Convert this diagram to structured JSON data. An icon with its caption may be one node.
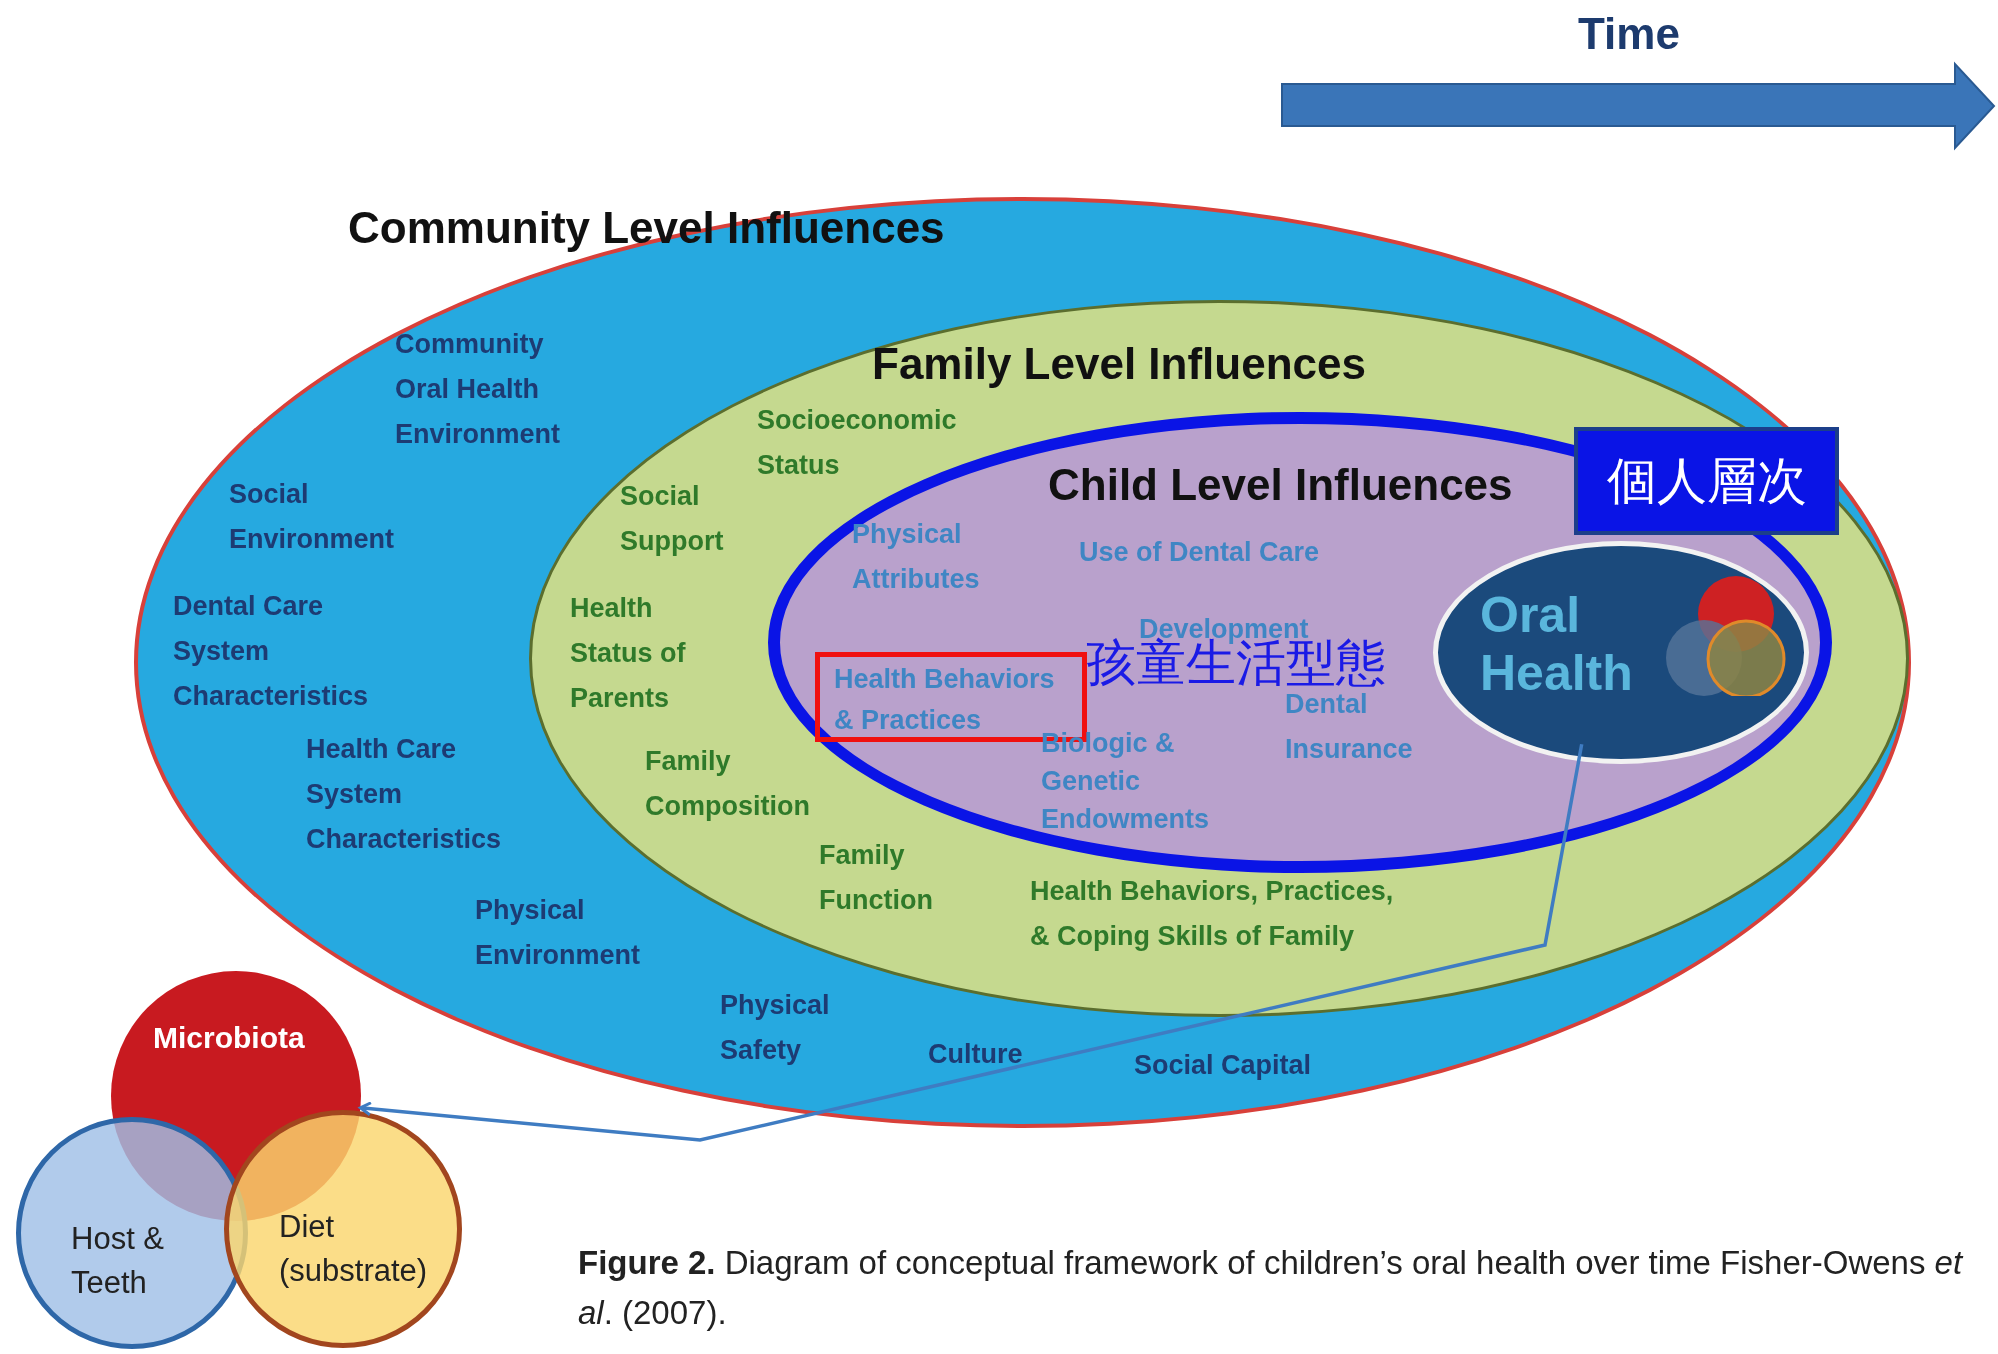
{
  "diagram": {
    "caption": "**Figure 2.** Diagram of conceptual framework of children’s oral health over time Fisher-Owens *et al*. (2007).",
    "nodes": [
      {
        "text": [
          "Community Level Influences"
        ]
      },
      {
        "text": [
          "Family Level Influences"
        ],
        "in": 0
      },
      {
        "text": [
          "Child Level Influences"
        ],
        "in": 1
      },
      {
        "text": [
          "個人層次"
        ],
        "in": 2
      },
      {
        "text": [
          "Oral Health"
        ],
        "in": 2
      },
      {
        "text": [
          "Health Behaviors & Practices"
        ],
        "in": 2
      },
      {
        "text": [
          "Microbiota"
        ]
      },
      {
        "text": [
          "Host & Teeth"
        ]
      },
      {
        "text": [
          "Diet (substrate)"
        ]
      }
    ],
    "edges": [
      {
        "from": 4,
        "to": 6,
        "arrow": "to"
      }
    ],
    "labels": [
      "Time",
      "Community Oral Health Environment",
      "Social Environment",
      "Dental Care System Characteristics",
      "Health Care System Characteristics",
      "Physical Environment",
      "Physical Safety",
      "Culture",
      "Social Capital",
      "Socioeconomic Status",
      "Social Support",
      "Health Status of Parents",
      "Family Composition",
      "Family Function",
      "Health Behaviors, Practices, & Coping Skills of Family",
      "Physical Attributes",
      "Use of Dental Care",
      "Development",
      "Biologic & Genetic Endowments",
      "Dental Insurance",
      "孩童生活型態"
    ]
  }
}
